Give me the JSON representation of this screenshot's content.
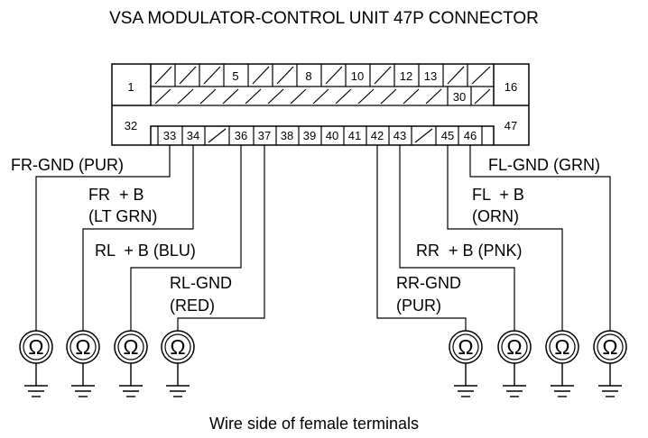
{
  "title": "VSA MODULATOR-CONTROL UNIT 47P CONNECTOR",
  "footer": "Wire side of female terminals",
  "connector": {
    "corner_pins": {
      "top_left": "1",
      "top_right": "16",
      "bottom_left": "32",
      "bottom_right": "47"
    },
    "row1_numbers": [
      "5",
      "8",
      "10",
      "12",
      "13"
    ],
    "row2_numbers": [
      "30"
    ],
    "row3_numbers": [
      "33",
      "34",
      "36",
      "37",
      "38",
      "39",
      "40",
      "41",
      "42",
      "43",
      "45",
      "46"
    ]
  },
  "probes": [
    {
      "label_lines": [
        "FR-GND (PUR)"
      ],
      "pin": "33"
    },
    {
      "label_lines": [
        "FR  + B",
        "(LT GRN)"
      ],
      "pin": "34"
    },
    {
      "label_lines": [
        "RL  + B (BLU)"
      ],
      "pin": "36"
    },
    {
      "label_lines": [
        "RL-GND",
        "(RED)"
      ],
      "pin": "37"
    },
    {
      "label_lines": [
        "RR-GND",
        "(PUR)"
      ],
      "pin": "42"
    },
    {
      "label_lines": [
        "RR  + B (PNK)"
      ],
      "pin": "43"
    },
    {
      "label_lines": [
        "FL  + B",
        "(ORN)"
      ],
      "pin": "45"
    },
    {
      "label_lines": [
        "FL-GND (GRN)"
      ],
      "pin": "46"
    }
  ],
  "meter_symbol": "Ω",
  "icons": {
    "meter": "ohmmeter-icon",
    "ground": "ground-icon"
  }
}
